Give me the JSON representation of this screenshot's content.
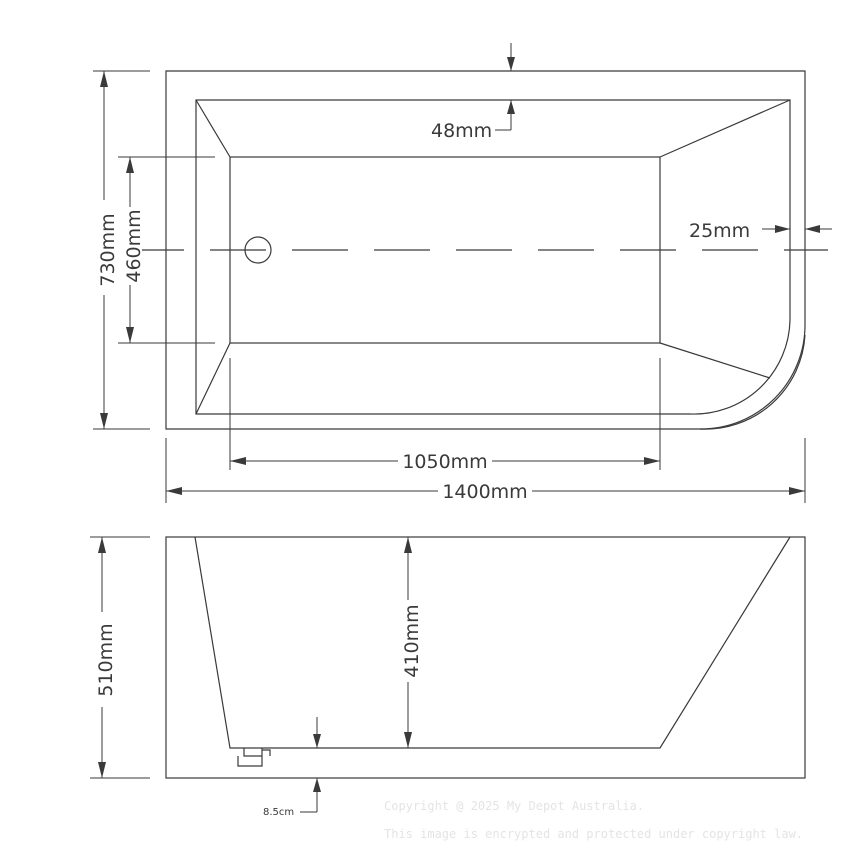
{
  "top_view": {
    "overall_width": "730mm",
    "basin_width": "460mm",
    "rim_top": "48mm",
    "side_offset": "25mm",
    "basin_length": "1050mm",
    "overall_length": "1400mm"
  },
  "side_view": {
    "overall_height": "510mm",
    "inner_depth": "410mm",
    "foot_height": "8.5cm"
  },
  "watermark": {
    "line1": "Copyright @ 2025 My Depot Australia.",
    "line2": "This image is encrypted and protected under copyright law."
  }
}
